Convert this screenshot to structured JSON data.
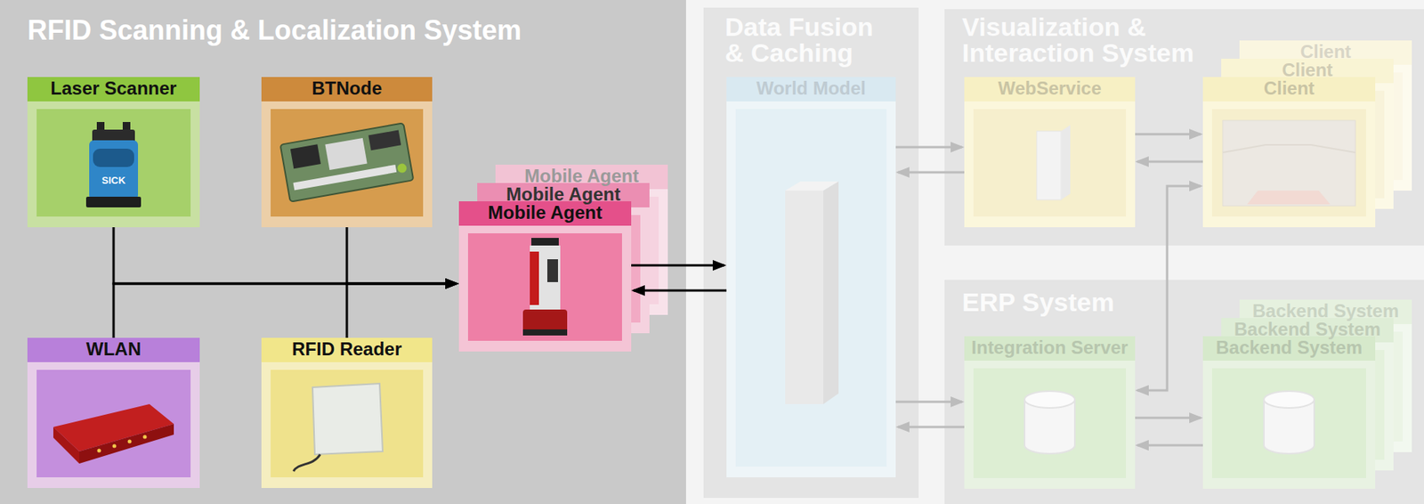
{
  "diagram": {
    "nodes": [
      {
        "text": [
          "RFID Scanning & Localization System"
        ]
      },
      {
        "text": [
          "Laser Scanner"
        ],
        "in": 0
      },
      {
        "text": [
          "BTNode"
        ],
        "in": 0
      },
      {
        "text": [
          "Mobile Agent"
        ],
        "in": 0
      },
      {
        "text": [
          "Mobile Agent"
        ],
        "in": 0
      },
      {
        "text": [
          "Mobile Agent"
        ],
        "in": 0
      },
      {
        "text": [
          "WLAN"
        ],
        "in": 0
      },
      {
        "text": [
          "RFID Reader"
        ],
        "in": 0
      },
      {
        "text": [
          "Data Fusion & Caching"
        ]
      },
      {
        "text": [
          "World Model"
        ],
        "in": 8
      },
      {
        "text": [
          "Visualization & Interaction System"
        ]
      },
      {
        "text": [
          "WebService"
        ],
        "in": 10
      },
      {
        "text": [
          "Client"
        ],
        "in": 10
      },
      {
        "text": [
          "Client"
        ],
        "in": 10
      },
      {
        "text": [
          "Client"
        ],
        "in": 10
      },
      {
        "text": [
          "ERP System"
        ]
      },
      {
        "text": [
          "Integration Server"
        ],
        "in": 15
      },
      {
        "text": [
          "Backend System"
        ],
        "in": 15
      },
      {
        "text": [
          "Backend System"
        ],
        "in": 15
      },
      {
        "text": [
          "Backend System"
        ],
        "in": 15
      }
    ],
    "edges": [
      {
        "from": 1,
        "to": 5,
        "arrow": "to"
      },
      {
        "from": 2,
        "to": 5,
        "arrow": "to"
      },
      {
        "from": 6,
        "to": 5,
        "arrow": "to"
      },
      {
        "from": 7,
        "to": 5,
        "arrow": "to"
      },
      {
        "from": 5,
        "to": 9,
        "arrow": "to"
      },
      {
        "from": 9,
        "to": 5,
        "arrow": "to"
      },
      {
        "from": 9,
        "to": 11,
        "arrow": "to"
      },
      {
        "from": 11,
        "to": 9,
        "arrow": "to"
      },
      {
        "from": 9,
        "to": 16,
        "arrow": "to"
      },
      {
        "from": 16,
        "to": 9,
        "arrow": "to"
      },
      {
        "from": 11,
        "to": 14,
        "arrow": "to"
      },
      {
        "from": 14,
        "to": 11,
        "arrow": "to"
      },
      {
        "from": 16,
        "to": 19,
        "arrow": "to"
      },
      {
        "from": 19,
        "to": 16,
        "arrow": "to"
      },
      {
        "from": 14,
        "to": 16,
        "arrow": "both"
      }
    ],
    "labels": [
      "SICK"
    ]
  }
}
